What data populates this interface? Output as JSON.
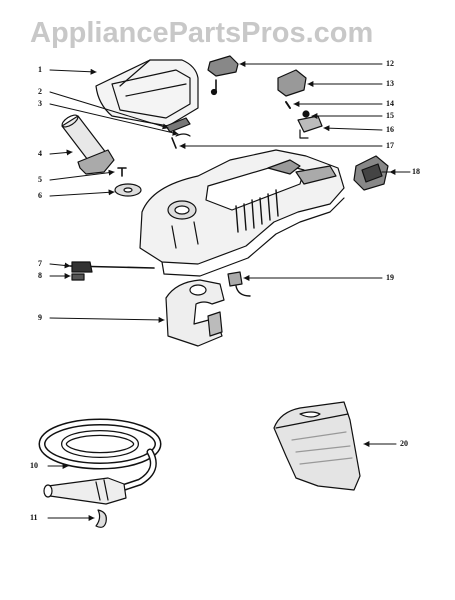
{
  "watermark": "AppliancePartsPros.com",
  "callouts": [
    "1",
    "2",
    "3",
    "4",
    "5",
    "6",
    "7",
    "8",
    "9",
    "10",
    "11",
    "12",
    "13",
    "14",
    "15",
    "16",
    "17",
    "18",
    "19",
    "20"
  ],
  "colors": {
    "ink": "#111111",
    "watermark": "#c8c8c8",
    "background": "#ffffff"
  }
}
